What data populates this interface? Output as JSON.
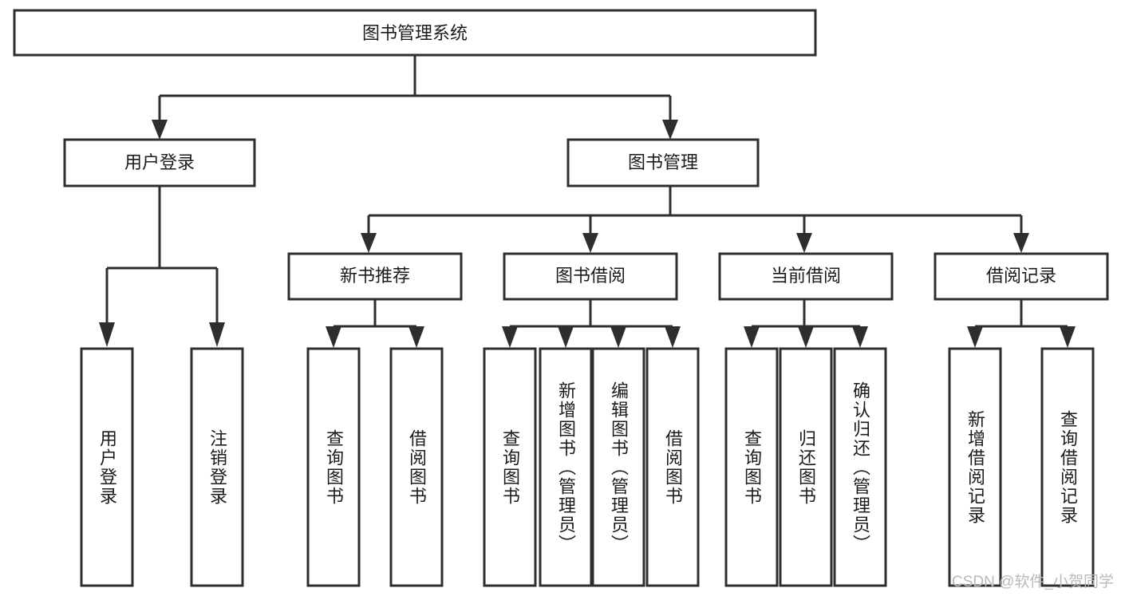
{
  "diagram": {
    "title": "图书管理系统",
    "watermark": "CSDN @软件_小贺同学",
    "colors": {
      "stroke": "#2e2e2e",
      "fill": "#ffffff",
      "text": "#1b1b1b",
      "watermark": "#b9b9b9"
    },
    "root": {
      "label": "图书管理系统"
    },
    "level2": [
      {
        "label": "用户登录"
      },
      {
        "label": "图书管理"
      }
    ],
    "level3": [
      {
        "label": "新书推荐"
      },
      {
        "label": "图书借阅"
      },
      {
        "label": "当前借阅"
      },
      {
        "label": "借阅记录"
      }
    ],
    "leaves": {
      "user_login": [
        {
          "label": "用户登录"
        },
        {
          "label": "注销登录"
        }
      ],
      "new_book": [
        {
          "label": "查询图书"
        },
        {
          "label": "借阅图书"
        }
      ],
      "book_borrow": [
        {
          "label": "查询图书"
        },
        {
          "label": "新增图书（管理员）"
        },
        {
          "label": "编辑图书（管理员）"
        },
        {
          "label": "借阅图书"
        }
      ],
      "current_borrow": [
        {
          "label": "查询图书"
        },
        {
          "label": "归还图书"
        },
        {
          "label": "确认归还（管理员）"
        }
      ],
      "borrow_record": [
        {
          "label": "新增借阅记录"
        },
        {
          "label": "查询借阅记录"
        }
      ]
    }
  }
}
